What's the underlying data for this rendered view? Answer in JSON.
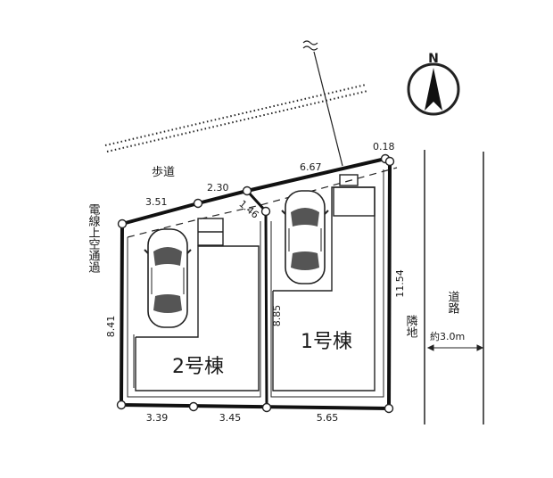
{
  "compass": {
    "north_label": "N"
  },
  "labels": {
    "sidewalk": "歩道",
    "overhead_wire": "電線上空通過",
    "neighbor_land": "隣地",
    "road": "道路",
    "road_width": "約3.0m"
  },
  "buildings": {
    "building_1": "1号棟",
    "building_2": "2号棟"
  },
  "dimensions": {
    "top_left": "3.51",
    "top_mid": "2.30",
    "angled": "1.46",
    "top_right": "6.67",
    "corner": "0.18",
    "left_side": "8.41",
    "divider": "8.85",
    "right_side": "11.54",
    "bottom_1": "3.39",
    "bottom_2": "3.45",
    "bottom_3": "5.65"
  }
}
